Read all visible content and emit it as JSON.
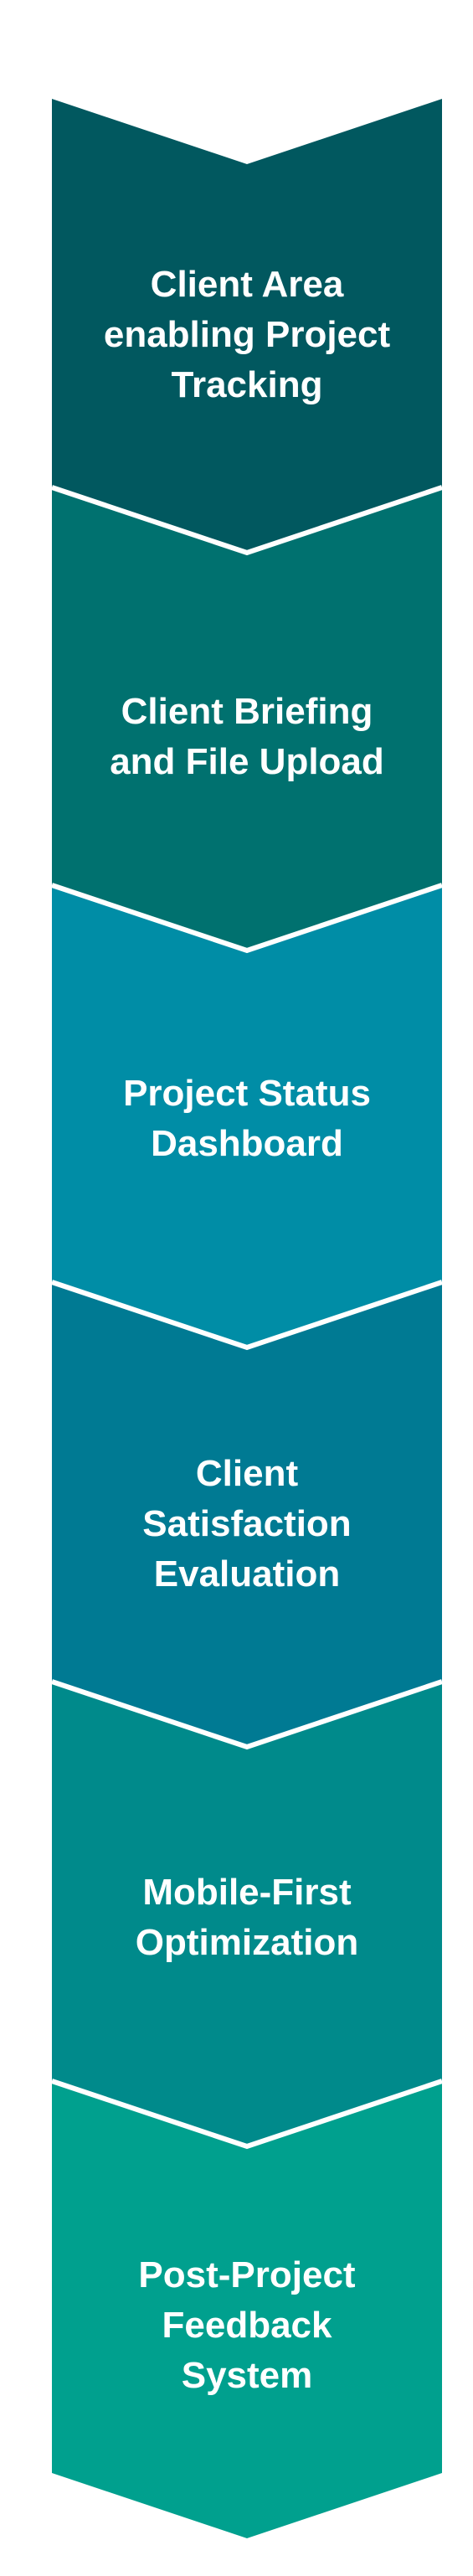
{
  "steps": [
    {
      "color": "#01585f",
      "lines": [
        "Client Area",
        "enabling Project",
        "Tracking"
      ]
    },
    {
      "color": "#00716f",
      "lines": [
        "Client Briefing",
        "and File Upload"
      ]
    },
    {
      "color": "#008da6",
      "lines": [
        "Project Status",
        "Dashboard"
      ]
    },
    {
      "color": "#007a93",
      "lines": [
        "Client",
        "Satisfaction",
        "Evaluation"
      ]
    },
    {
      "color": "#008a8b",
      "lines": [
        "Mobile-First",
        "Optimization"
      ]
    },
    {
      "color": "#00a08e",
      "lines": [
        "Post-Project",
        "Feedback",
        "System"
      ]
    }
  ],
  "separator_color": "#ffffff",
  "background": "#ffffff"
}
